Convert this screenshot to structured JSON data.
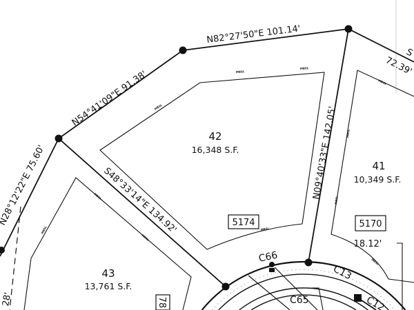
{
  "bearings": {
    "c_to_d": "N82°27'50\"E  101.14'",
    "b_to_c": "N54°41'09\"E  91.38'",
    "a_to_b": "N28°12'22\"E  75.60'",
    "b_to_f": "S48°33'14\"E  134.92'",
    "e_to_d": "N09°40'33\"E  142.05'",
    "d_to_right": "72.39'",
    "d_to_right_prefix": "S",
    "lot43_left_partial": "28'"
  },
  "lots": [
    {
      "number": "42",
      "area": "16,348 S.F.",
      "address": "5174"
    },
    {
      "number": "41",
      "area": "10,349 S.F.",
      "address": "5170"
    },
    {
      "number": "43",
      "area": "13,761 S.F.",
      "address": "78"
    }
  ],
  "dimension_18": "18.12'",
  "curves": {
    "c66": "C66",
    "c13": "C13",
    "c65": "C65",
    "c12": "C12"
  },
  "setback_label": "MBSL",
  "colors": {
    "line": "#111111",
    "grid": "#cccccc"
  }
}
